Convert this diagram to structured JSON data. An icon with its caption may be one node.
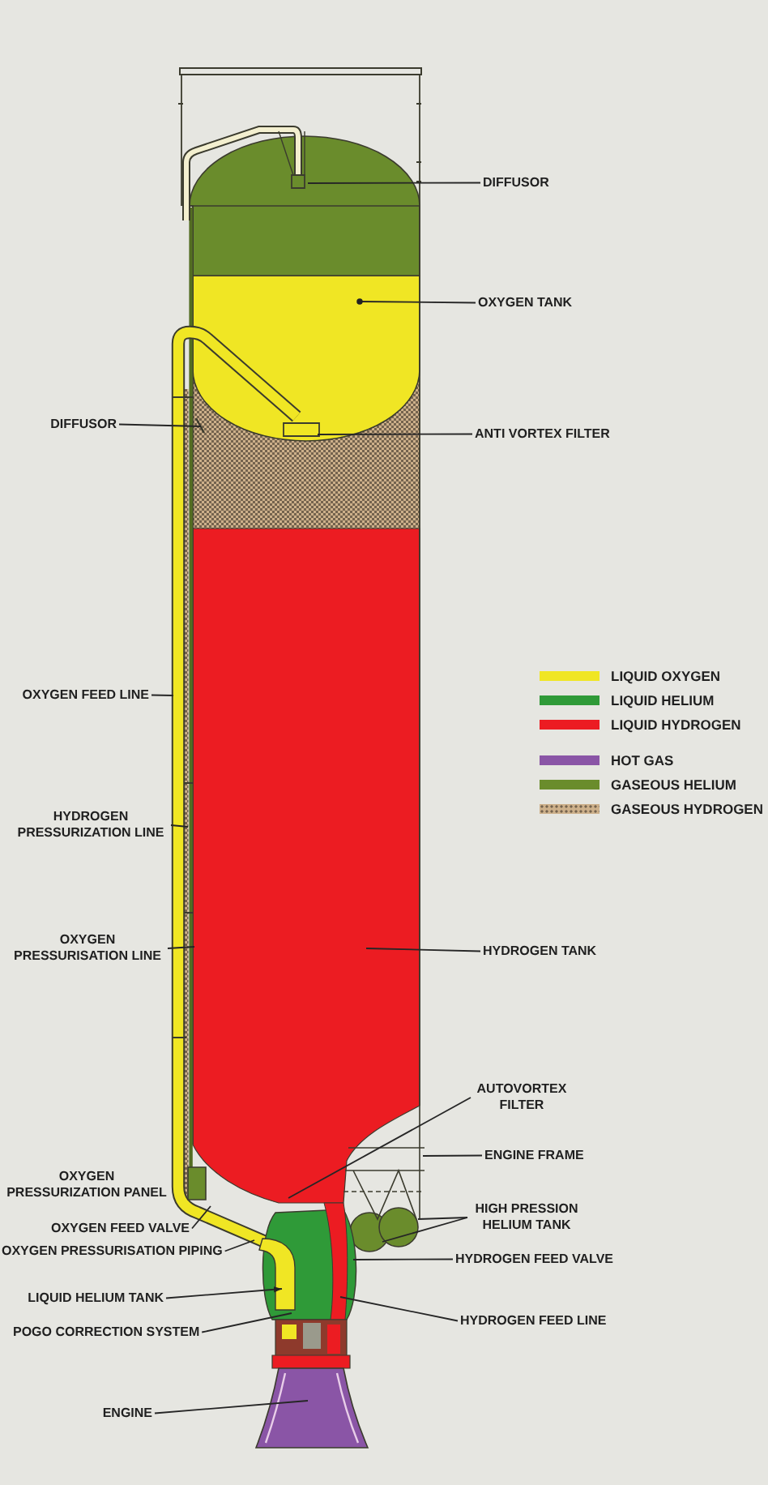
{
  "diagram": {
    "nodes": [
      {
        "text": [
          "DIFFUSOR"
        ]
      },
      {
        "text": [
          "OXYGEN TANK"
        ]
      },
      {
        "text": [
          "DIFFUSOR"
        ]
      },
      {
        "text": [
          "ANTI VORTEX FILTER"
        ]
      },
      {
        "text": [
          "OXYGEN FEED LINE"
        ]
      },
      {
        "text": [
          "HYDROGEN PRESSURIZATION LINE"
        ]
      },
      {
        "text": [
          "OXYGEN PRESSURISATION LINE"
        ]
      },
      {
        "text": [
          "HYDROGEN TANK"
        ]
      },
      {
        "text": [
          "AUTOVORTEX FILTER"
        ]
      },
      {
        "text": [
          "ENGINE FRAME"
        ]
      },
      {
        "text": [
          "OXYGEN PRESSURIZATION PANEL"
        ]
      },
      {
        "text": [
          "HIGH PRESSION HELIUM TANK"
        ]
      },
      {
        "text": [
          "OXYGEN FEED VALVE"
        ]
      },
      {
        "text": [
          "HYDROGEN FEED VALVE"
        ]
      },
      {
        "text": [
          "OXYGEN PRESSURISATION PIPING"
        ]
      },
      {
        "text": [
          "LIQUID HELIUM TANK"
        ]
      },
      {
        "text": [
          "HYDROGEN FEED LINE"
        ]
      },
      {
        "text": [
          "POGO CORRECTION SYSTEM"
        ]
      },
      {
        "text": [
          "ENGINE"
        ]
      }
    ],
    "edges": [
      {
        "from": 0,
        "to": null,
        "arrow": "none"
      },
      {
        "from": 1,
        "to": null,
        "arrow": "other"
      },
      {
        "from": 2,
        "to": null,
        "arrow": "none"
      },
      {
        "from": 3,
        "to": null,
        "arrow": "none"
      },
      {
        "from": 4,
        "to": null,
        "arrow": "none"
      },
      {
        "from": 5,
        "to": null,
        "arrow": "none"
      },
      {
        "from": 6,
        "to": null,
        "arrow": "none"
      },
      {
        "from": 7,
        "to": null,
        "arrow": "none"
      },
      {
        "from": 8,
        "to": null,
        "arrow": "none"
      },
      {
        "from": 9,
        "to": null,
        "arrow": "none"
      },
      {
        "from": 11,
        "to": null,
        "arrow": "none"
      },
      {
        "from": 11,
        "to": null,
        "arrow": "none"
      },
      {
        "from": 12,
        "to": null,
        "arrow": "none"
      },
      {
        "from": 13,
        "to": null,
        "arrow": "none"
      },
      {
        "from": 14,
        "to": null,
        "arrow": "none"
      },
      {
        "from": 15,
        "to": null,
        "arrow": "to"
      },
      {
        "from": 16,
        "to": null,
        "arrow": "none"
      },
      {
        "from": 17,
        "to": null,
        "arrow": "none"
      },
      {
        "from": 18,
        "to": null,
        "arrow": "none"
      }
    ],
    "legend": [
      {
        "text": "LIQUID OXYGEN",
        "color": "#f0e624"
      },
      {
        "text": "LIQUID HELIUM",
        "color": "#2f9a38"
      },
      {
        "text": "LIQUID HYDROGEN",
        "color": "#ec1c22"
      },
      {
        "text": "HOT GAS",
        "color": "#8a55a6"
      },
      {
        "text": "GASEOUS HELIUM",
        "color": "#6a8c2c"
      },
      {
        "text": "GASEOUS HYDROGEN",
        "color": "#cdb08a"
      }
    ]
  }
}
